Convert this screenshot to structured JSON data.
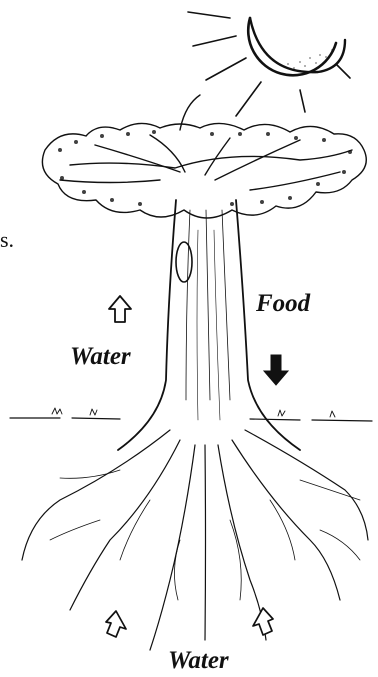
{
  "labels": {
    "water_trunk": "Water",
    "food": "Food",
    "water_roots": "Water",
    "left_fragment": "s."
  },
  "arrows": {
    "water_up_trunk": {
      "direction": "up",
      "style": "outline"
    },
    "food_down": {
      "direction": "down",
      "style": "filled"
    },
    "water_up_roots_left": {
      "direction": "up",
      "style": "outline"
    },
    "water_up_roots_right": {
      "direction": "up",
      "style": "outline"
    }
  },
  "icons": {
    "sun": "sun-icon",
    "tree": "tree-illustration"
  },
  "colors": {
    "ink": "#111111",
    "background": "#ffffff"
  }
}
